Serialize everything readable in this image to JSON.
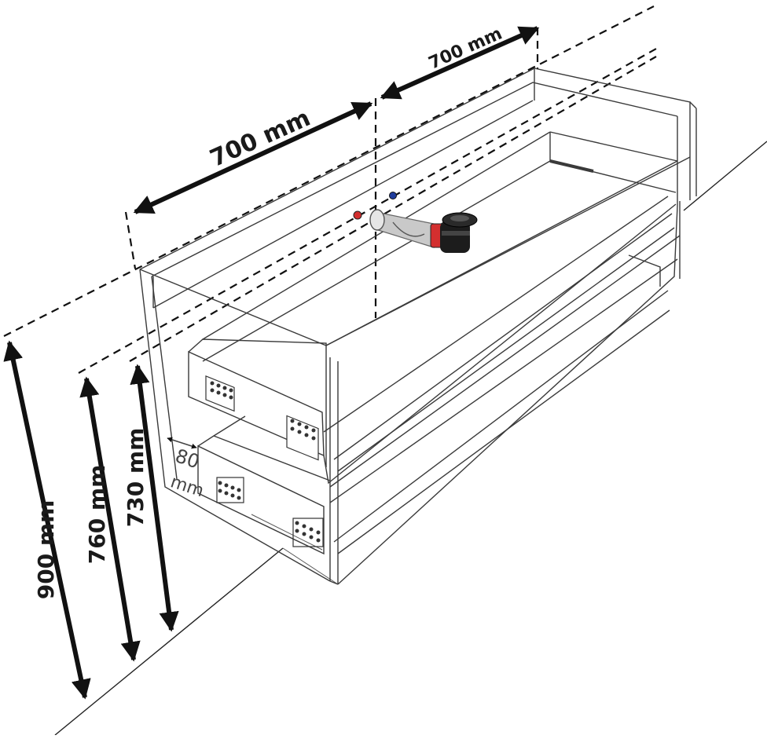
{
  "labels": {
    "width_left": "700 mm",
    "width_right": "700 mm",
    "height_total": "900 mm",
    "height_mid": "760 mm",
    "height_low": "730 mm",
    "drawer_gap_value": "80",
    "drawer_gap_unit": "mm"
  },
  "colors": {
    "line": "#111111",
    "pipe_red": "#d32f2f",
    "pipe_blue": "#1f3c9c",
    "siphon": "#1c1c1c",
    "pipe_grey": "#b8b8b8"
  },
  "icons": {
    "siphon": "siphon-drain-icon",
    "hot_valve": "hot-water-valve-icon",
    "cold_valve": "cold-water-valve-icon"
  }
}
